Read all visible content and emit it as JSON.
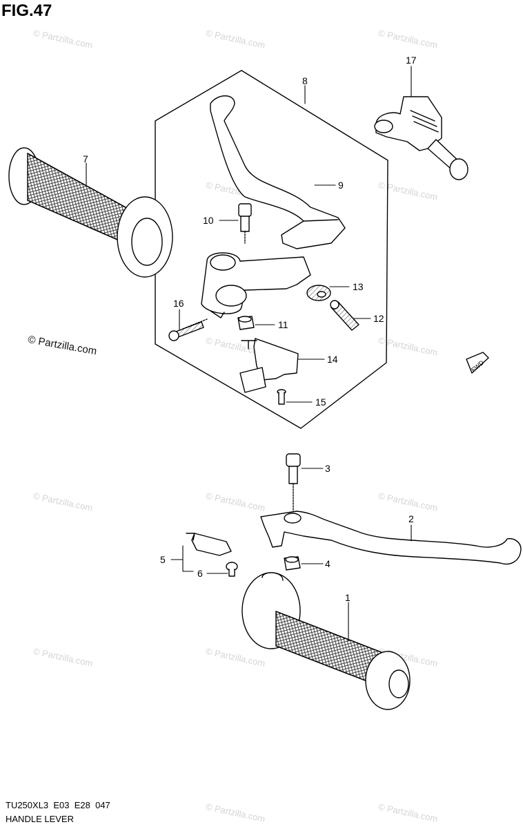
{
  "figure": {
    "title": "FIG.47",
    "model_code": "TU250XL3  E03  E28  047",
    "section_name": "HANDLE LEVER",
    "copyright": "© Partzilla.com",
    "watermark": "© Partzilla.com",
    "direction_marker": "FWD"
  },
  "callouts": [
    {
      "num": "1",
      "part": "grip"
    },
    {
      "num": "2",
      "part": "lever"
    },
    {
      "num": "3",
      "part": "bolt"
    },
    {
      "num": "4",
      "part": "nut"
    },
    {
      "num": "5",
      "part": "switch"
    },
    {
      "num": "6",
      "part": "screw"
    },
    {
      "num": "7",
      "part": "grip"
    },
    {
      "num": "8",
      "part": "lever assembly"
    },
    {
      "num": "9",
      "part": "lever"
    },
    {
      "num": "10",
      "part": "bolt"
    },
    {
      "num": "11",
      "part": "nut"
    },
    {
      "num": "12",
      "part": "adjuster"
    },
    {
      "num": "13",
      "part": "nut"
    },
    {
      "num": "14",
      "part": "switch"
    },
    {
      "num": "15",
      "part": "screw"
    },
    {
      "num": "16",
      "part": "screw"
    },
    {
      "num": "17",
      "part": "cover"
    }
  ]
}
